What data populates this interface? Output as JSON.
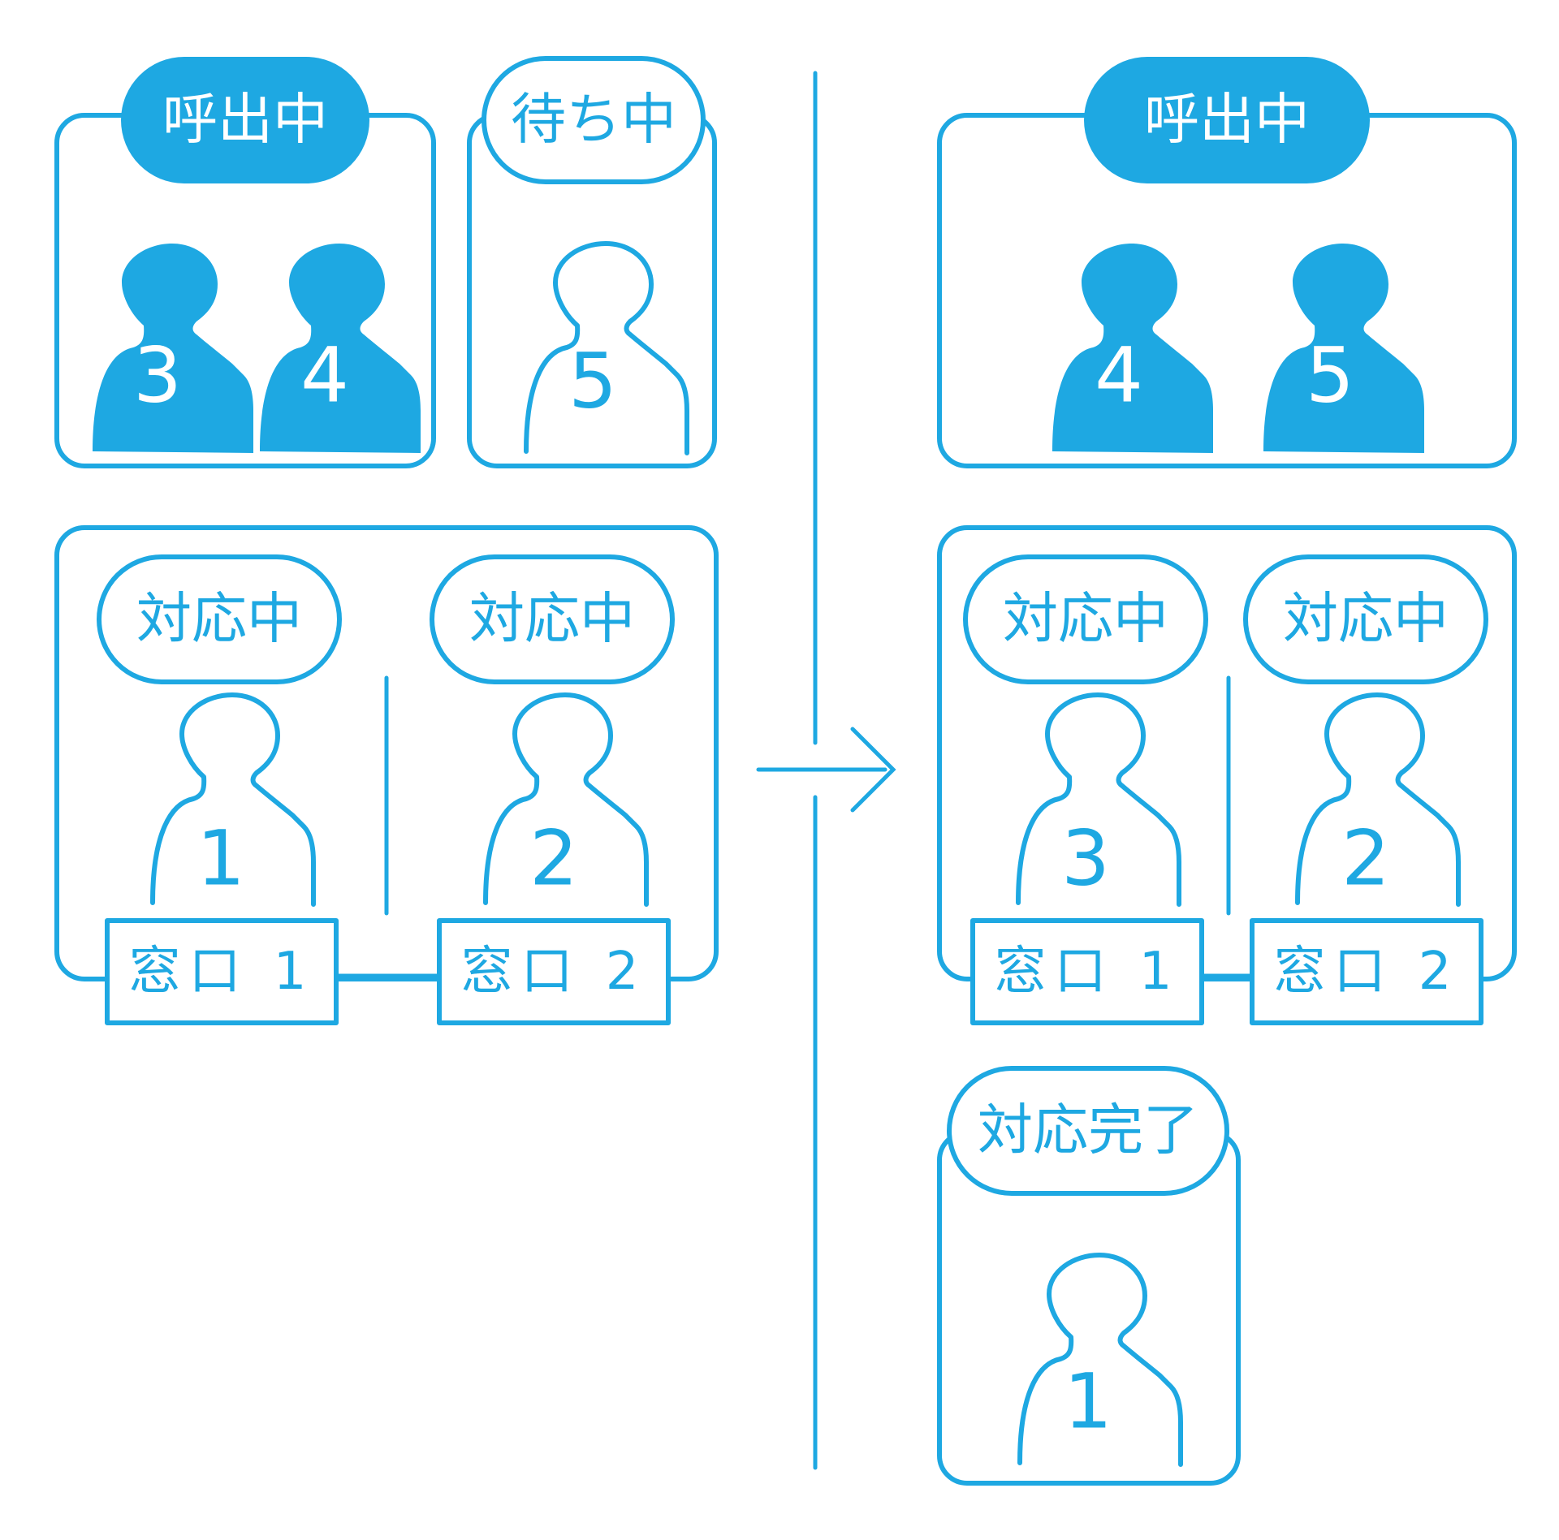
{
  "colors": {
    "accent": "#1EA8E2",
    "background": "#ffffff"
  },
  "before": {
    "calling": {
      "label": "呼出中",
      "people": [
        "3",
        "4"
      ]
    },
    "waiting": {
      "label": "待ち中",
      "people": [
        "5"
      ]
    },
    "service": {
      "windows": [
        {
          "status": "対応中",
          "person": "1",
          "counter": "窓口 1"
        },
        {
          "status": "対応中",
          "person": "2",
          "counter": "窓口 2"
        }
      ]
    }
  },
  "after": {
    "calling": {
      "label": "呼出中",
      "people": [
        "4",
        "5"
      ]
    },
    "service": {
      "windows": [
        {
          "status": "対応中",
          "person": "3",
          "counter": "窓口 1"
        },
        {
          "status": "対応中",
          "person": "2",
          "counter": "窓口 2"
        }
      ]
    },
    "completed": {
      "label": "対応完了",
      "people": [
        "1"
      ]
    }
  },
  "transition_icon": "arrow-right-icon"
}
